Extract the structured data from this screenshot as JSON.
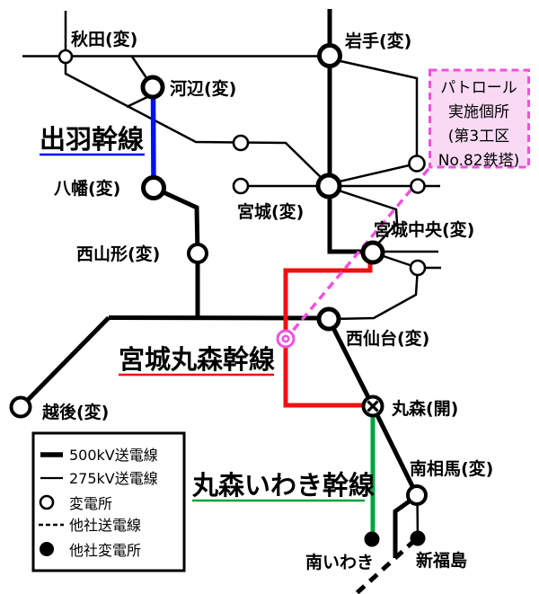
{
  "colors": {
    "line_black": "#000000",
    "dewa_blue": "#0011ee",
    "marumori_red": "#ee1111",
    "iwaki_green": "#00a43e",
    "patrol_magenta": "#ee52dc",
    "patrol_box_fill": "#f9d9f3"
  },
  "stations": {
    "akita": "秋田(変)",
    "iwate": "岩手(変)",
    "kawabe": "河辺(変)",
    "yawata": "八幡(変)",
    "nishi_yamagata": "西山形(変)",
    "miyagi": "宮城(変)",
    "miyagi_chuo": "宮城中央(変)",
    "nishi_sendai": "西仙台(変)",
    "echigo": "越後(変)",
    "marumori": "丸森(開)",
    "minami_soma": "南相馬(変)",
    "minami_iwaki": "南いわき",
    "shin_fukushima": "新福島"
  },
  "transmission_lines": {
    "dewa": "出羽幹線",
    "miyagi_marumori": "宮城丸森幹線",
    "marumori_iwaki": "丸森いわき幹線"
  },
  "patrol_note": {
    "line1": "パトロール",
    "line2": "実施個所",
    "line3": "(第3工区",
    "line4": "No.82鉄塔)"
  },
  "legend": {
    "items": [
      "500kV送電線",
      "275kV送電線",
      "変電所",
      "他社送電線",
      "他社変電所"
    ]
  }
}
